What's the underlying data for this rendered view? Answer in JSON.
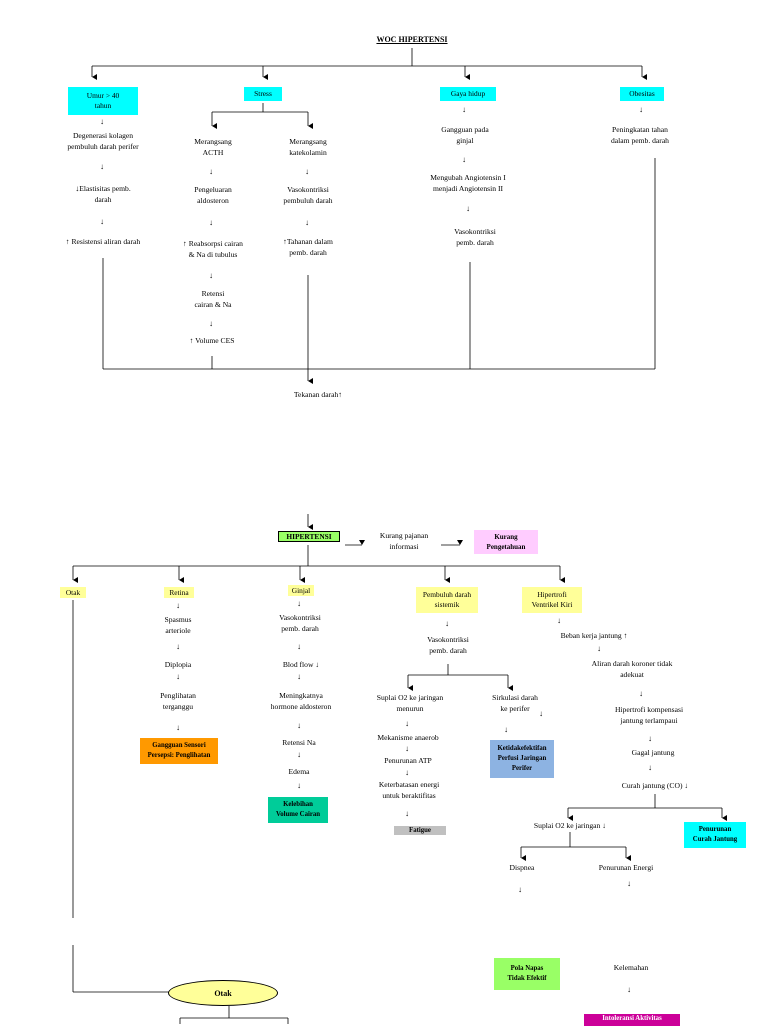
{
  "title": "WOC HIPERTENSI",
  "colors": {
    "cyan": "#00ffff",
    "yellow": "#ffff99",
    "green": "#99ff66",
    "pink": "#ffccff",
    "orange": "#ff9900",
    "teal": "#00cc99",
    "blue": "#8db3e2",
    "gray": "#c0c0c0",
    "magenta": "#cc0099"
  },
  "causes": {
    "umur": "Umur > 40\ntahun",
    "stress": "Stress",
    "gaya_hidup": "Gaya hidup",
    "obesitas": "Obesitas"
  },
  "umur_chain": {
    "degenerasi": "Degenerasi kolagen\npembuluh darah perifer",
    "elastisitas": "Elastisitas pemb.\ndarah",
    "resistensi": "Resistensi aliran darah"
  },
  "stress_left": {
    "merangsang_acth": "Merangsang\nACTH",
    "pengeluaran": "Pengeluaran\naldosteron",
    "reabsorpsi": "Reabsorpsi cairan\n& Na di tubulus",
    "retensi": "Retensi\ncairan & Na",
    "volume": "Volume CES"
  },
  "stress_right": {
    "merangsang_kat": "Merangsang\nkatekolamin",
    "vasokontriksi": "Vasokontriksi\npembuluh darah",
    "tahanan": "Tahanan dalam\npemb. darah"
  },
  "gaya_chain": {
    "gangguan": "Gangguan pada\nginjal",
    "mengubah": "Mengubah Angiotensin I\nmenjadi Angiotensin II",
    "vasokontriksi": "Vasokontriksi\npemb. darah"
  },
  "obesitas_chain": {
    "peningkatan": "Peningkatan tahan\ndalam pemb. darah"
  },
  "tekanan": "Tekanan darah",
  "hipertensi": "HIPERTENSI",
  "kurang_pajanan": "Kurang pajanan\ninformasi",
  "kurang_pengetahuan": "Kurang\nPengetahuan",
  "branches": {
    "otak": "Otak",
    "retina": "Retina",
    "ginjal": "Ginjal",
    "pembuluh": "Pembuluh darah\nsistemik",
    "hipertrofi": "Hipertrofi\nVentrikel Kiri"
  },
  "retina_chain": {
    "spasmus": "Spasmus\narteriole",
    "diplopia": "Diplopia",
    "penglihatan": "Penglihatan\nterganggu",
    "dx": "Gangguan Sensori\nPersepsi: Penglihatan"
  },
  "ginjal_chain": {
    "vasokontriksi": "Vasokontriksi\npemb. darah",
    "blodflow": "Blod flow",
    "meningkatnya": "Meningkatnya\nhormone aldosteron",
    "retensi": "Retensi Na",
    "edema": "Edema",
    "dx": "Kelebihan\nVolume Cairan"
  },
  "pembuluh_chain": {
    "vasokontriksi": "Vasokontriksi\npemb. darah",
    "suplai": "Suplai O2 ke jaringan\nmenurun",
    "mekanisme": "Mekanisme anaerob",
    "penurunan_atp": "Penurunan ATP",
    "keterbatasan": "Keterbatasan energi\nuntuk beraktifitas",
    "fatigue": "Fatigue",
    "sirkulasi": "Sirkulasi darah\nke perifer",
    "dx_perfusi": "Ketidakefektifan\nPerfusi Jaringan\nPerifer"
  },
  "hipertrofi_chain": {
    "beban": "Beban kerja jantung",
    "aliran": "Aliran darah koroner tidak\nadekuat",
    "kompensasi": "Hipertrofi kompensasi\njantung terlampaui",
    "gagal": "Gagal jantung",
    "curah": "Curah jantung (CO)",
    "suplai": "Suplai O2 ke jaringan",
    "dispnea": "Dispnea",
    "penurunan_energi": "Penurunan Energi",
    "dx_curah": "Penurunan\nCurah Jantung",
    "dx_pola": "Pola Napas\nTidak Efektif",
    "kelemahan": "Kelemahan",
    "dx_intoleransi": "Intoleransi Aktivitas"
  },
  "otak_bottom": "Otak"
}
